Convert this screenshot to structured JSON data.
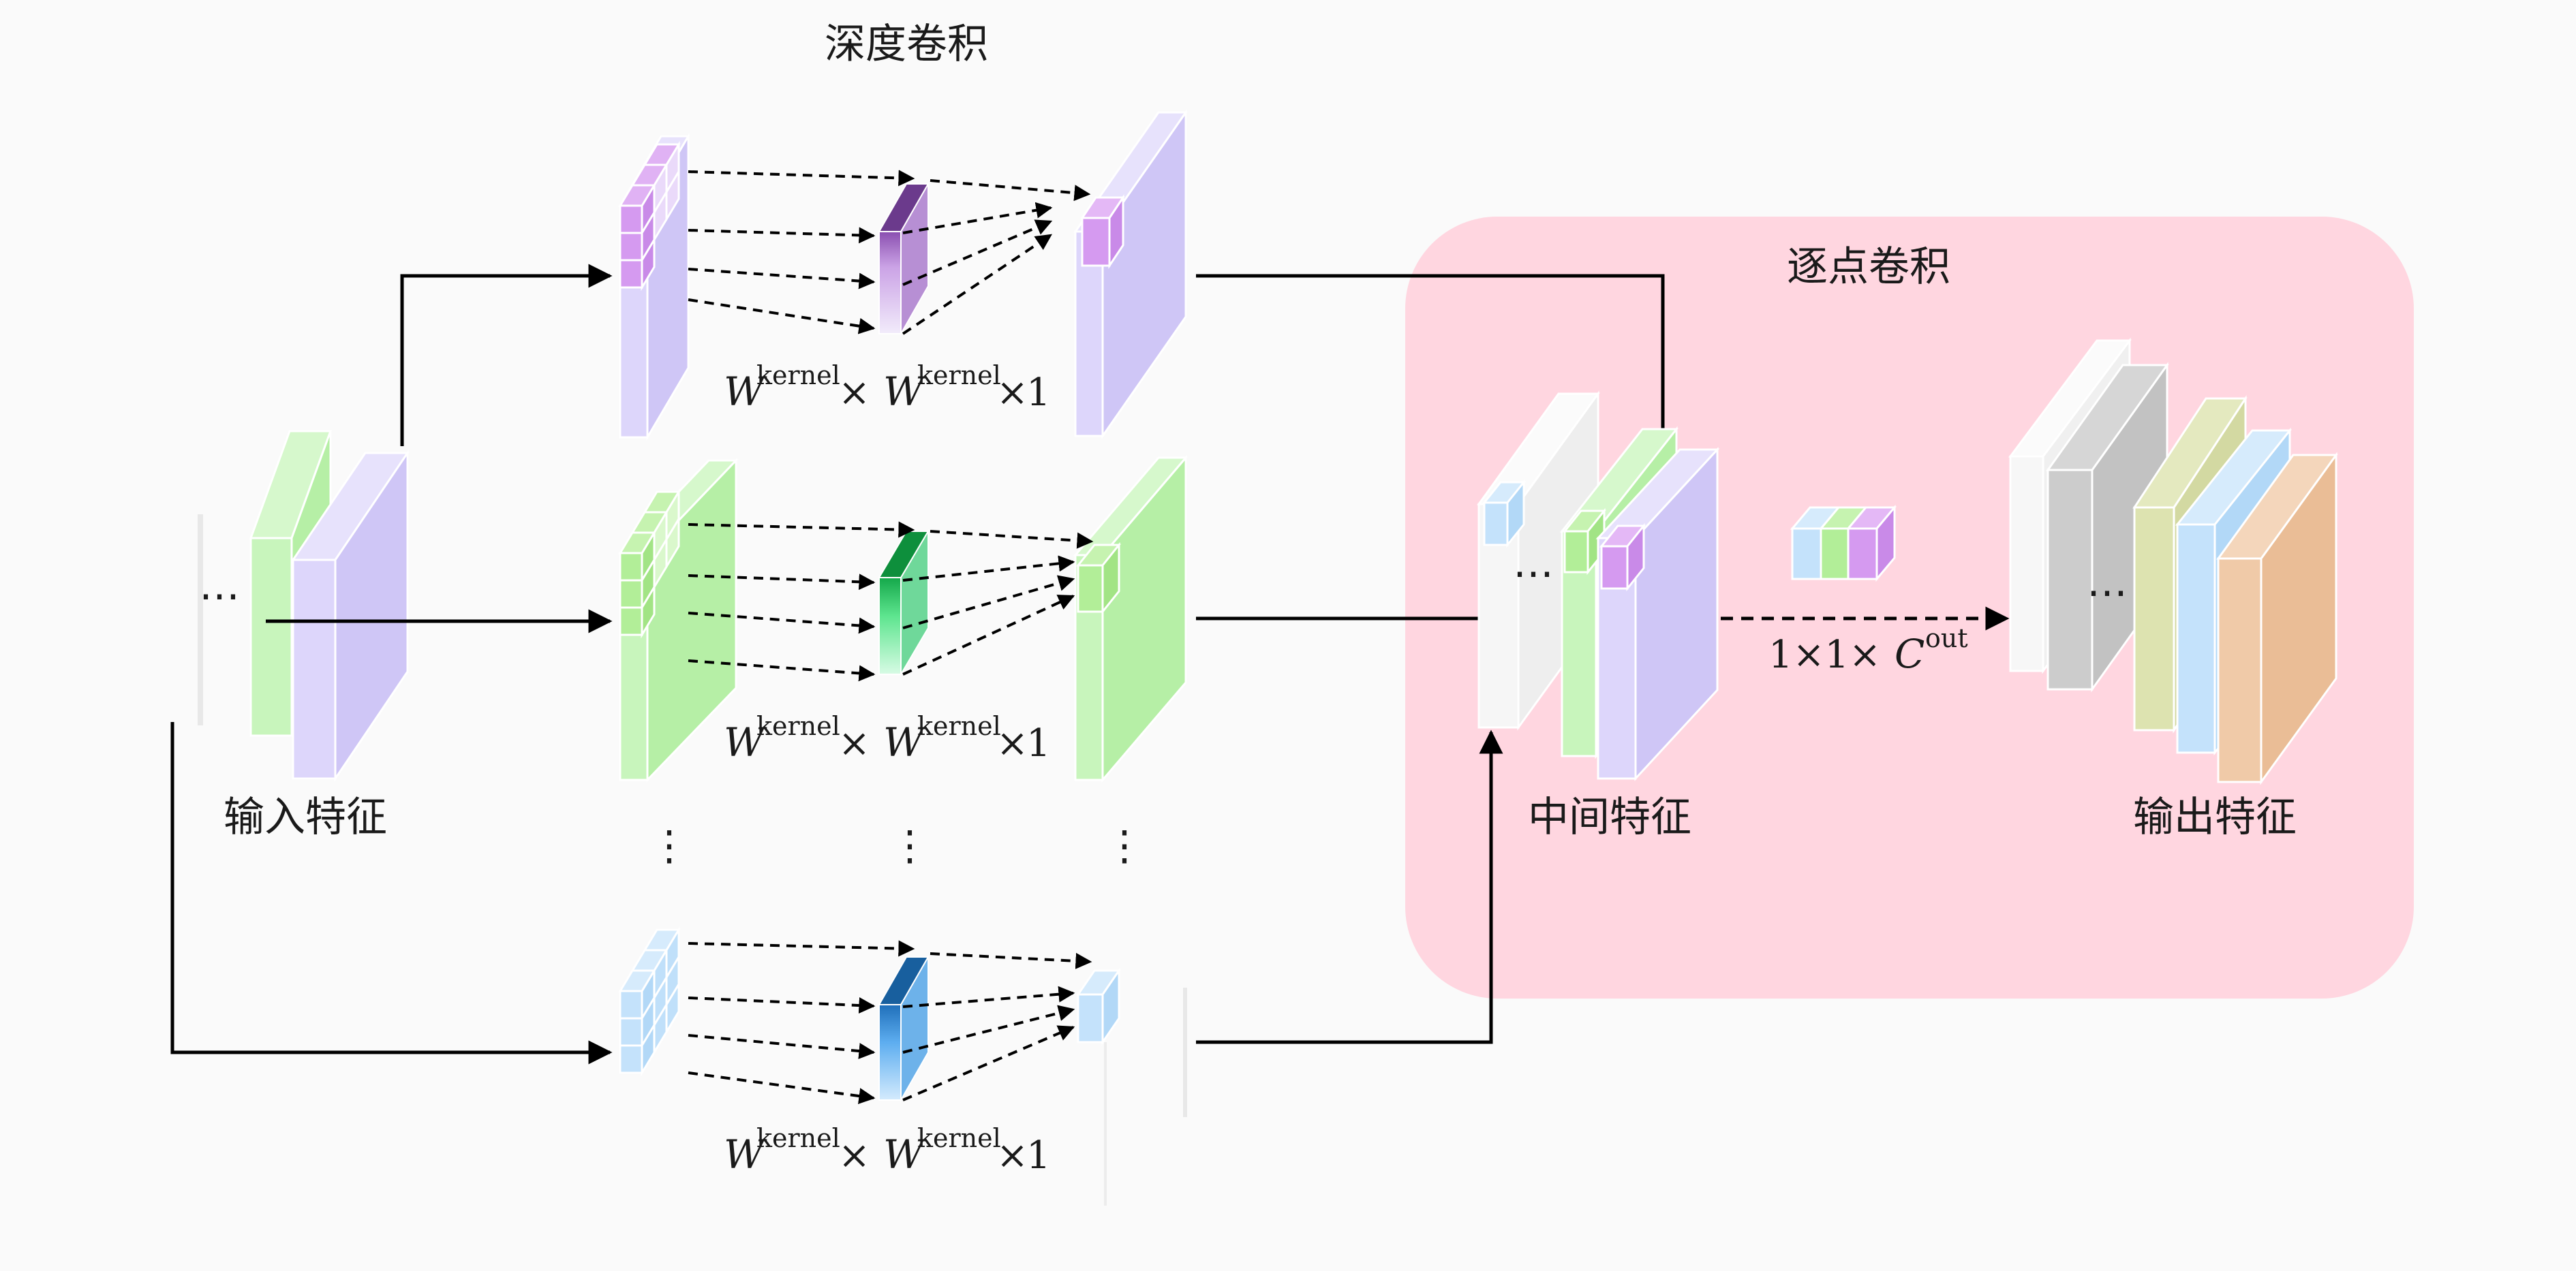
{
  "labels": {
    "depthwise_title": "深度卷积",
    "pointwise_title": "逐点卷积",
    "input_features": "输入特征",
    "intermediate_features": "中间特征",
    "output_features": "输出特征"
  },
  "kernel_formula": {
    "symbol": "W",
    "superscript": "kernel",
    "times": "×",
    "depth": "1"
  },
  "pointwise_formula": {
    "prefix": "1×1×",
    "symbol": "C",
    "superscript": "out"
  },
  "ellipsis": "⋯",
  "vdots": "⋮",
  "colors": {
    "purple": "#ddd6fb",
    "purple_cell": "#d59af0",
    "green": "#c8f5bc",
    "green_cell": "#b2ee98",
    "blue": "#c4e2fb",
    "blue_cell": "#a8d2f5",
    "pink_region": "#ffd6e0",
    "gray": "#cccccc",
    "olive": "#dde3b0",
    "orange": "#f0caa8"
  }
}
